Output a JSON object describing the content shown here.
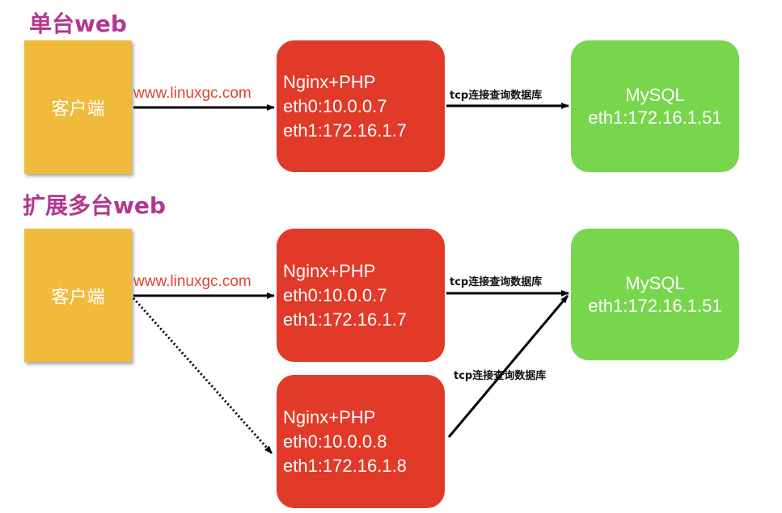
{
  "colors": {
    "title": "#b3378f",
    "client": "#f0bb3c",
    "web_server": "#e23a28",
    "database": "#78d64d",
    "url_text": "#e1432e"
  },
  "section_single": {
    "title": "单台web",
    "client_label": "客户端",
    "url": "www.linuxgc.com",
    "web_node": {
      "line1": "Nginx+PHP",
      "line2": "eth0:10.0.0.7",
      "line3": "eth1:172.16.1.7"
    },
    "db_link_label": "tcp连接查询数据库",
    "db_node": {
      "line1": "MySQL",
      "line2": "eth1:172.16.1.51"
    }
  },
  "section_multi": {
    "title": "扩展多台web",
    "client_label": "客户端",
    "url": "www.linuxgc.com",
    "web_node_1": {
      "line1": "Nginx+PHP",
      "line2": "eth0:10.0.0.7",
      "line3": "eth1:172.16.1.7"
    },
    "web_node_2": {
      "line1": "Nginx+PHP",
      "line2": "eth0:10.0.0.8",
      "line3": "eth1:172.16.1.8"
    },
    "db_link_label_1": "tcp连接查询数据库",
    "db_link_label_2": "tcp连接查询数据库",
    "db_node": {
      "line1": "MySQL",
      "line2": "eth1:172.16.1.51"
    }
  }
}
